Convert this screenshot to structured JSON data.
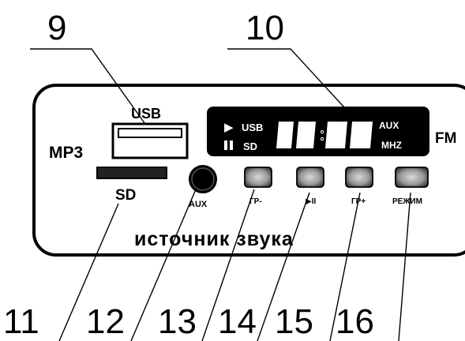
{
  "panel": {
    "title": "источник звука",
    "labels": {
      "mp3": "MP3",
      "usb": "USB",
      "sd": "SD",
      "aux": "AUX",
      "fm": "FM"
    },
    "display": {
      "play_text": "USB",
      "pause_text": "SD",
      "right_top": "AUX",
      "right_bottom": "MHZ"
    },
    "buttons": [
      {
        "id": "gr-minus",
        "label": "ГР-"
      },
      {
        "id": "play-pause",
        "label": "▶II"
      },
      {
        "id": "gr-plus",
        "label": "ГР+"
      },
      {
        "id": "mode",
        "label": "РЕЖИМ"
      }
    ]
  },
  "callouts": {
    "n9": "9",
    "n10": "10",
    "n11": "11",
    "n12": "12",
    "n13": "13",
    "n14": "14",
    "n15": "15",
    "n16": "16"
  },
  "colors": {
    "ink": "#000000",
    "display_bg": "#000000",
    "display_text": "#ffffff",
    "button_face": "#8a8a8a"
  }
}
